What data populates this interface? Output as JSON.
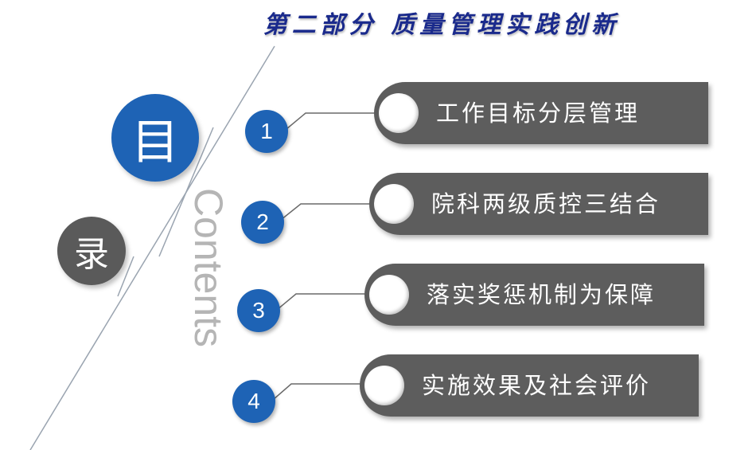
{
  "header": {
    "title": "第二部分  质量管理实践创新"
  },
  "toc": {
    "mu": "目",
    "lu": "录",
    "contents": "Contents"
  },
  "items": [
    {
      "number": "1",
      "label": "工作目标分层管理"
    },
    {
      "number": "2",
      "label": "院科两级质控三结合"
    },
    {
      "number": "3",
      "label": "落实奖惩机制为保障"
    },
    {
      "number": "4",
      "label": "实施效果及社会评价"
    }
  ],
  "colors": {
    "title": "#1a2a8c",
    "accent_blue": "#1e63b5",
    "bar_gray": "#5d5d5d",
    "circle_gray": "#5a5a5a",
    "contents_gray": "#b5b5b5"
  }
}
